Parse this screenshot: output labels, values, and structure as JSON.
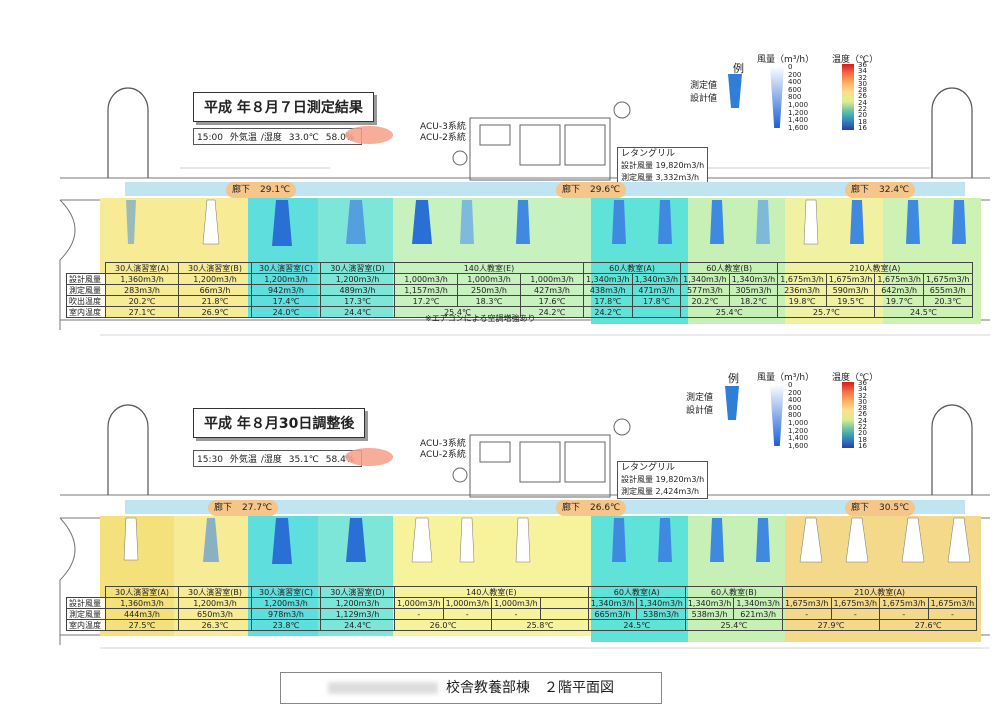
{
  "legend": {
    "flow_title": "風量（m³/h）",
    "flow_ticks": [
      "0",
      "200",
      "400",
      "600",
      "800",
      "1,000",
      "1,200",
      "1,400",
      "1,600"
    ],
    "temp_title": "温度（℃）",
    "temp_ticks": [
      "36",
      "34",
      "32",
      "30",
      "28",
      "26",
      "24",
      "22",
      "20",
      "18",
      "16"
    ],
    "example": "例",
    "measured": "測定値",
    "design": "設計値"
  },
  "labels": {
    "acu3": "ACU-3系統",
    "acu2": "ACU-2系統",
    "return_grill": "レタングリル",
    "design_flow": "設計風量",
    "measured_flow": "測定風量",
    "design_row": "設計風量",
    "measured_row": "測定風量",
    "outlet_temp_row": "吹出温度",
    "room_temp_row": "室内温度",
    "hallway": "廊下",
    "outdoor": "外気温",
    "humidity": "湿度",
    "note": "※エアコンによる空調増強あり"
  },
  "top": {
    "title": "平成 年８月７日測定結果",
    "time": "15:00",
    "outdoor_temp": "33.0℃",
    "humidity": "58.0%",
    "rg_design": "19,820m3/h",
    "rg_measured": "3,332m3/h",
    "hall_temps": [
      "29.1℃",
      "29.6℃",
      "32.4℃"
    ],
    "rooms": [
      "30人演習室(A)",
      "30人演習室(B)",
      "30人演習室(C)",
      "30人演習室(D)",
      "140人教室(E)",
      "60人教室(A)",
      "60人教室(B)",
      "210人教室(A)"
    ],
    "design": [
      "1,360m3/h",
      "1,200m3/h",
      "1,200m3/h",
      "1,200m3/h",
      "1,000m3/h",
      "1,000m3/h",
      "1,000m3/h",
      "1,340m3/h",
      "1,340m3/h",
      "1,340m3/h",
      "1,340m3/h",
      "1,675m3/h",
      "1,675m3/h",
      "1,675m3/h",
      "1,675m3/h"
    ],
    "measured": [
      "283m3/h",
      "66m3/h",
      "942m3/h",
      "489m3/h",
      "1,157m3/h",
      "250m3/h",
      "427m3/h",
      "438m3/h",
      "471m3/h",
      "577m3/h",
      "305m3/h",
      "236m3/h",
      "590m3/h",
      "642m3/h",
      "655m3/h"
    ],
    "outlet": [
      "20.2℃",
      "21.8℃",
      "17.4℃",
      "17.3℃",
      "17.2℃",
      "18.3℃",
      "17.6℃",
      "17.8℃",
      "17.8℃",
      "20.2℃",
      "18.2℃",
      "19.8℃",
      "19.5℃",
      "19.7℃",
      "20.3℃"
    ],
    "room_temp": [
      "27.1℃",
      "26.9℃",
      "24.0℃",
      "24.4℃",
      "25.4℃",
      "24.2℃",
      "24.2℃",
      "25.4℃",
      "25.7℃",
      "24.5℃"
    ]
  },
  "bottom": {
    "title": "平成 年８月30日調整後",
    "time": "15:30",
    "outdoor_temp": "35.1℃",
    "humidity": "58.4%",
    "rg_design": "19,820m3/h",
    "rg_measured": "2,424m3/h",
    "hall_temps": [
      "27.7℃",
      "26.6℃",
      "30.5℃"
    ],
    "rooms": [
      "30人演習室(A)",
      "30人演習室(B)",
      "30人演習室(C)",
      "30人演習室(D)",
      "140人教室(E)",
      "60人教室(A)",
      "60人教室(B)",
      "210人教室(A)"
    ],
    "design": [
      "1,360m3/h",
      "1,200m3/h",
      "1,200m3/h",
      "1,200m3/h",
      "1,000m3/h",
      "1,000m3/h",
      "1,000m3/h",
      "1,340m3/h",
      "1,340m3/h",
      "1,675m3/h",
      "1,675m3/h",
      "1,675m3/h",
      "1,675m3/h"
    ],
    "measured": [
      "444m3/h",
      "650m3/h",
      "978m3/h",
      "1,129m3/h",
      "-",
      "-",
      "-",
      "665m3/h",
      "538m3/h",
      "538m3/h",
      "621m3/h",
      "-",
      "-",
      "-",
      "-"
    ],
    "room_temp": [
      "27.5℃",
      "26.3℃",
      "23.8℃",
      "24.4℃",
      "26.0℃",
      "25.8℃",
      "24.5℃",
      "25.4℃",
      "27.9℃",
      "27.6℃"
    ]
  },
  "footer": {
    "title": "校舎教養部棟　２階平面図"
  }
}
